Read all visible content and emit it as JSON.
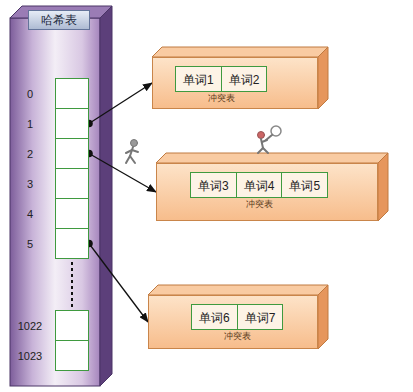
{
  "diagram": {
    "nodes": [
      {
        "text": [
          "哈希表"
        ]
      },
      {
        "text": [
          "0"
        ],
        "in": 0
      },
      {
        "text": [
          "1"
        ],
        "in": 0
      },
      {
        "text": [
          "2"
        ],
        "in": 0
      },
      {
        "text": [
          "3"
        ],
        "in": 0
      },
      {
        "text": [
          "4"
        ],
        "in": 0
      },
      {
        "text": [
          "5"
        ],
        "in": 0
      },
      {
        "text": [
          "1022"
        ],
        "in": 0
      },
      {
        "text": [
          "1023"
        ],
        "in": 0
      },
      {
        "text": [
          "冲突表"
        ]
      },
      {
        "text": [
          "单词1"
        ],
        "in": 9
      },
      {
        "text": [
          "单词2"
        ],
        "in": 9
      },
      {
        "text": [
          "冲突表"
        ]
      },
      {
        "text": [
          "单词3"
        ],
        "in": 12
      },
      {
        "text": [
          "单词4"
        ],
        "in": 12
      },
      {
        "text": [
          "单词5"
        ],
        "in": 12
      },
      {
        "text": [
          "冲突表"
        ]
      },
      {
        "text": [
          "单词6"
        ],
        "in": 16
      },
      {
        "text": [
          "单词7"
        ],
        "in": 16
      }
    ],
    "edges": [
      {
        "from": 2,
        "to": 9,
        "arrow": "to"
      },
      {
        "from": 3,
        "to": 12,
        "arrow": "to"
      },
      {
        "from": 6,
        "to": 16,
        "arrow": "to"
      }
    ]
  }
}
